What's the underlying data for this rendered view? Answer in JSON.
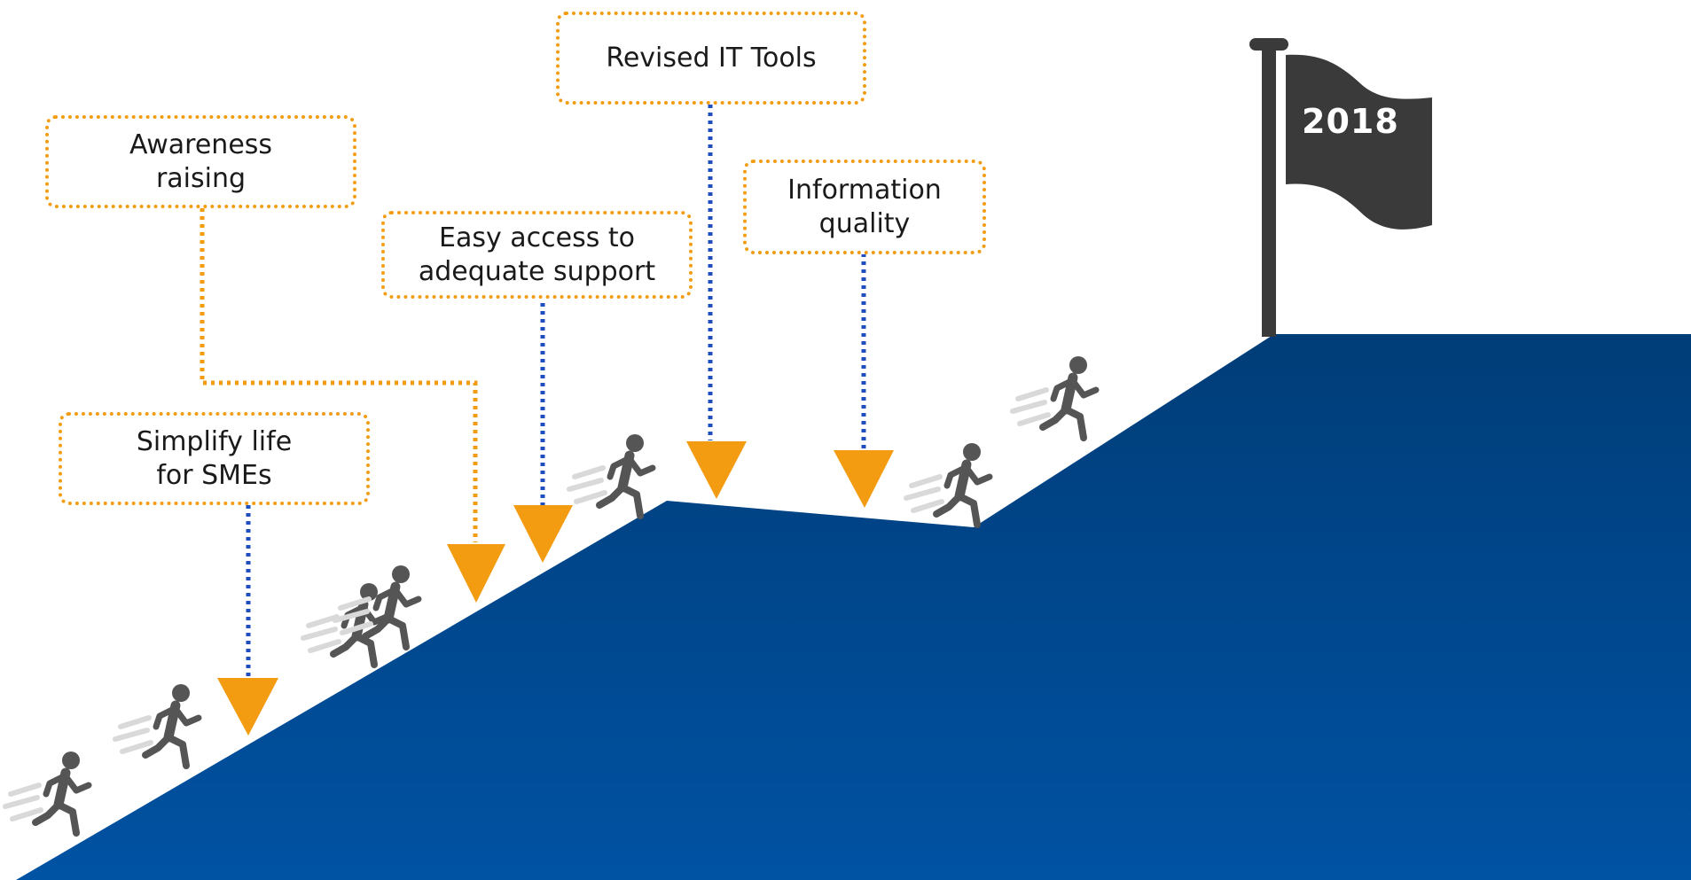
{
  "flag": {
    "year": "2018"
  },
  "steps": [
    {
      "label": "Simplify life\nfor SMEs"
    },
    {
      "label": "Awareness\nraising"
    },
    {
      "label": "Easy access to\nadequate support"
    },
    {
      "label": "Revised IT Tools"
    },
    {
      "label": "Information\nquality"
    }
  ],
  "colors": {
    "mountain_top": "#003f7a",
    "mountain_bottom": "#0050a0",
    "box_border": "#f39c12",
    "arrow": "#f39c12",
    "connector_blue": "#1f4fbf",
    "figure": "#555555",
    "speed_lines": "#d9d9d9",
    "flag": "#3a3a3a"
  },
  "icons": [
    "running-person-icon",
    "flag-icon",
    "down-arrow-icon"
  ]
}
